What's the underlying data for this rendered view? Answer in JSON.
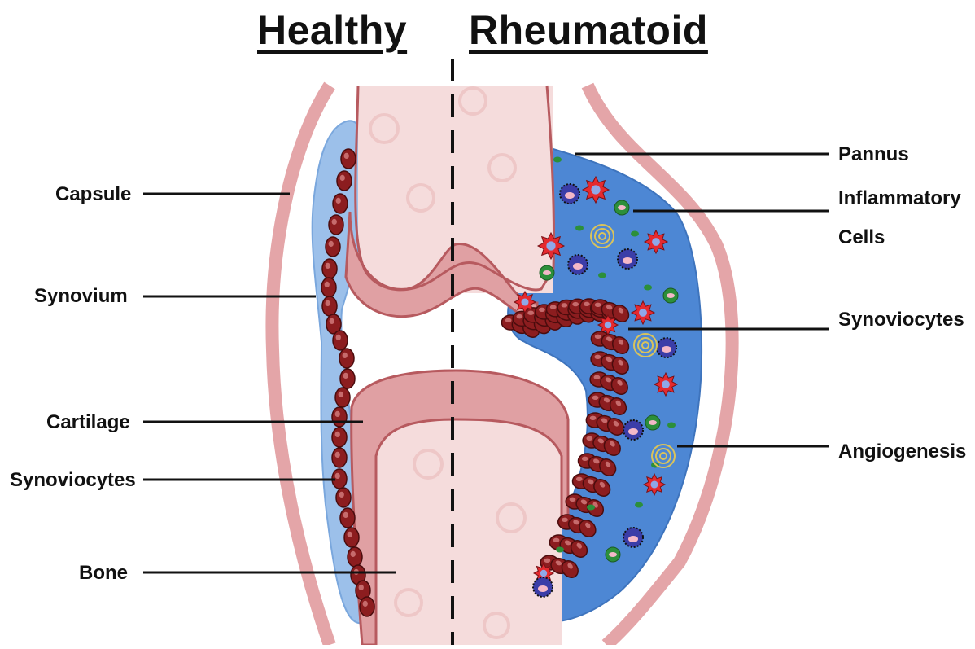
{
  "titles": {
    "healthy": "Healthy",
    "rheumatoid": "Rheumatoid"
  },
  "labels": {
    "left": {
      "capsule": "Capsule",
      "synovium": "Synovium",
      "cartilage": "Cartilage",
      "synoviocytes": "Synoviocytes",
      "bone": "Bone"
    },
    "right": {
      "pannus": "Pannus",
      "inflammatory_line1": "Inflammatory",
      "inflammatory_line2": "Cells",
      "synoviocytes": "Synoviocytes",
      "angiogenesis": "Angiogenesis"
    }
  },
  "colors": {
    "bone": "#f5dcdc",
    "bone_outline": "#b75a5f",
    "cartilage": "#e0a0a3",
    "capsule": "#e4a5a8",
    "synovium_healthy": "#9cc0ea",
    "pannus": "#4d87d4",
    "synoviocyte": "#8c1d1f",
    "inflammatory_red": "#e52a2f",
    "lymphocyte": "#3b3da8",
    "green_cell": "#2c8f3a",
    "vessel": "#d9c35c"
  }
}
